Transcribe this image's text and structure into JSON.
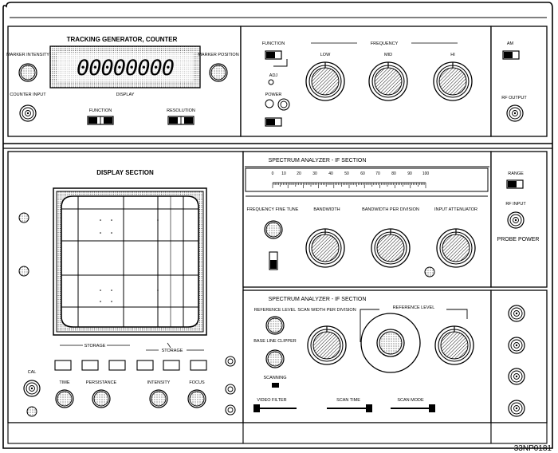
{
  "figure_id": "33NP0181",
  "tracking_section": {
    "title": "TRACKING GENERATOR, COUNTER",
    "display_value": "00000000",
    "left_knob_label": "MARKER INTENSITY",
    "right_knob_label": "MARKER POSITION",
    "counter_input_label": "COUNTER INPUT",
    "display_caption": "DISPLAY",
    "switch_left_label": "FUNCTION",
    "switch_right_label": "RESOLUTION"
  },
  "function_section": {
    "function_label": "FUNCTION",
    "adj_label": "ADJ",
    "power_label": "POWER",
    "freq_header": "FREQUENCY",
    "knob_labels": [
      "LOW",
      "MID",
      "HI"
    ]
  },
  "rf_side": {
    "switch_label": "AM",
    "output_label": "RF OUTPUT"
  },
  "display_section": {
    "title": "DISPLAY SECTION",
    "storage_label": "STORAGE",
    "storage_label_2": "STORAGE",
    "cal_label": "CAL",
    "knob_labels": [
      "TIME",
      "PERSISTANCE",
      "INTENSITY",
      "FOCUS"
    ]
  },
  "analyzer_upper": {
    "title": "SPECTRUM ANALYZER - IF SECTION",
    "scale_ticks": [
      "0",
      "10",
      "20",
      "30",
      "40",
      "50",
      "60",
      "70",
      "80",
      "90",
      "100"
    ],
    "fine_tune_label": "FREQUENCY FINE TUNE",
    "knob_labels": [
      "BANDWIDTH",
      "BANDWIDTH PER DIVISION",
      "INPUT ATTENUATOR"
    ]
  },
  "analyzer_right": {
    "range_label": "RANGE",
    "rf_input_label": "RF INPUT",
    "probe_power_label": "PROBE POWER"
  },
  "analyzer_lower": {
    "title": "SPECTRUM ANALYZER - IF SECTION",
    "reference_level_label": "REFERENCE LEVEL",
    "baseline_clipper_label": "BASE LINE CLIPPER",
    "scanning_label": "SCANNING",
    "scan_width_label": "SCAN WIDTH PER DIVISION",
    "ref_level_header": "REFERENCE LEVEL",
    "slider_labels": [
      "VIDEO FILTER",
      "SCAN TIME",
      "SCAN MODE"
    ]
  }
}
